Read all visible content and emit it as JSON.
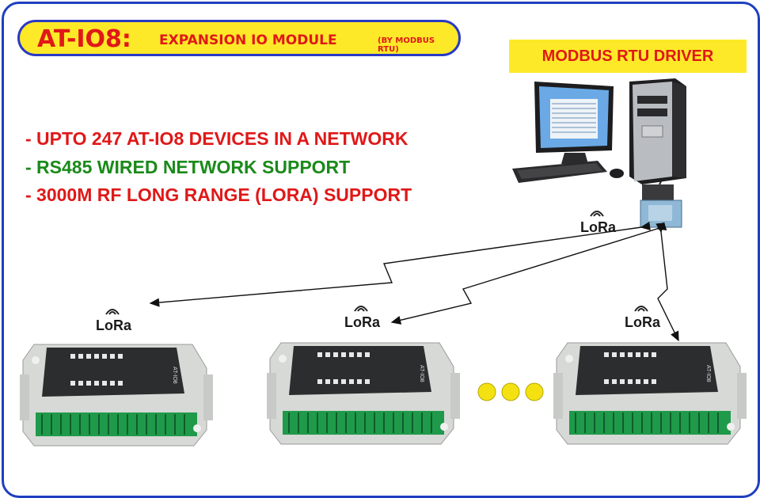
{
  "title": {
    "main": "AT-IO8:",
    "subtitle": "EXPANSION IO MODULE",
    "note": "(BY MODBUS RTU)"
  },
  "driver_label": "MODBUS RTU DRIVER",
  "features": [
    "- UPTO 247 AT-IO8 DEVICES IN A NETWORK",
    "- RS485 WIRED NETWORK SUPPORT",
    "- 3000M RF LONG RANGE (LORA) SUPPORT"
  ],
  "lora_labels": {
    "gateway": "LoRa",
    "device_1": "LoRa",
    "device_2": "LoRa",
    "device_3": "LoRa"
  },
  "module_label": "AT-IO8",
  "colors": {
    "title_bg": "#fde928",
    "title_border": "#2a3ac4",
    "title_text": "#e01818",
    "feature_red": "#e01818",
    "feature_green": "#1a8a1a",
    "frame_border": "#1f3fbf",
    "module_body": "#d7d9d6",
    "module_panel": "#2b2d2f",
    "terminal_green": "#1f9a4a",
    "dots_yellow": "#f4e112"
  },
  "icons": [
    "desktop-computer",
    "lora-gateway",
    "io-module",
    "ellipsis-dots",
    "lora-logo"
  ]
}
